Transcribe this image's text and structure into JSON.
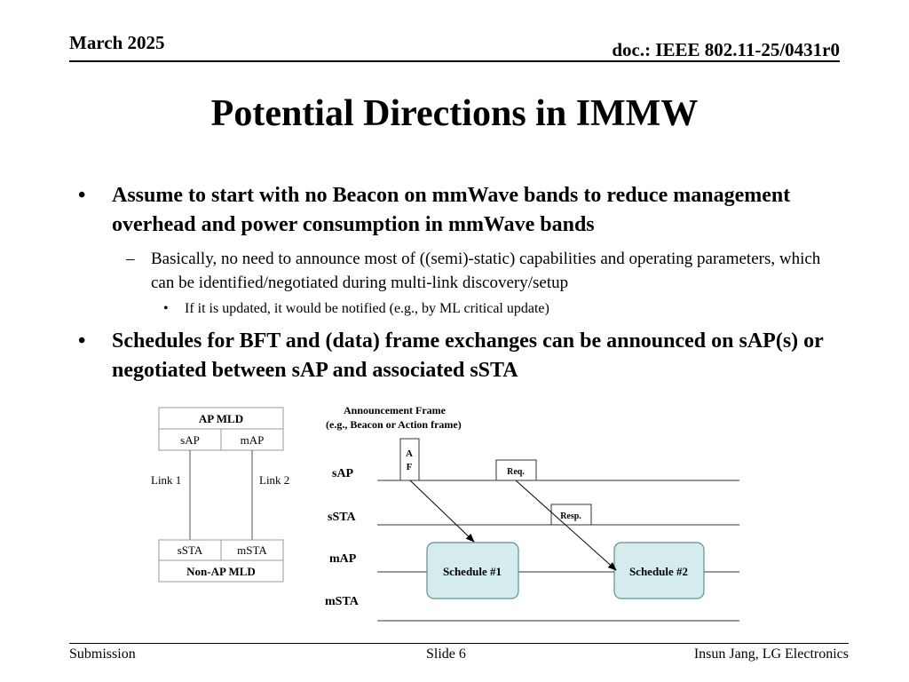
{
  "header": {
    "date": "March 2025",
    "doc": "doc.: IEEE 802.11-25/0431r0"
  },
  "title": "Potential Directions in IMMW",
  "bullets": [
    {
      "text": "Assume to start with no Beacon on mmWave bands to reduce management overhead and power consumption in mmWave bands",
      "sub": [
        {
          "text": "Basically, no need to announce most of ((semi)-static) capabilities and operating parameters, which can be identified/negotiated during multi-link discovery/setup",
          "sub": [
            "If it is updated, it would be notified (e.g., by ML critical update)"
          ]
        }
      ]
    },
    {
      "text": "Schedules for BFT and (data) frame exchanges can be announced on sAP(s) or negotiated between sAP and associated sSTA"
    }
  ],
  "mld_diagram": {
    "top_title": "AP MLD",
    "top_cells": [
      "sAP",
      "mAP"
    ],
    "link1": "Link  1",
    "link2": "Link  2",
    "bottom_cells": [
      "sSTA",
      "mSTA"
    ],
    "bottom_title": "Non-AP MLD"
  },
  "timing_diagram": {
    "caption_line1": "Announcement  Frame",
    "caption_line2": "(e.g., Beacon or Action  frame)",
    "rows": [
      "sAP",
      "sSTA",
      "mAP",
      "mSTA"
    ],
    "af_box": [
      "A",
      "F"
    ],
    "req": "Req.",
    "resp": "Resp.",
    "schedule1": "Schedule #1",
    "schedule2": "Schedule #2",
    "schedule_fill": "#d4ecee",
    "schedule_stroke": "#5f8f95"
  },
  "footer": {
    "left": "Submission",
    "center": "Slide 6",
    "right": "Insun Jang, LG Electronics"
  }
}
